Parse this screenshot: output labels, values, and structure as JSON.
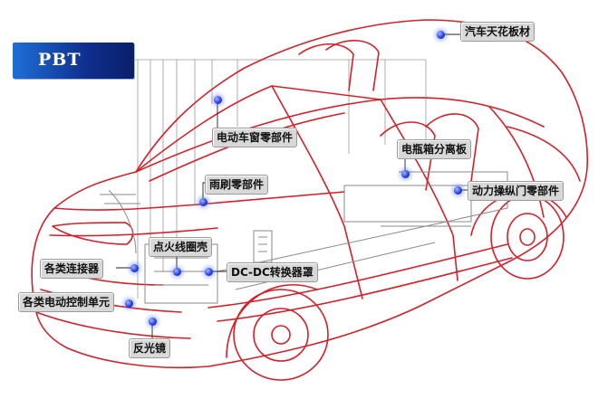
{
  "badge": {
    "text": "PBT"
  },
  "labels": {
    "headliner": "汽车天花板材",
    "power_window": "电动车窗零部件",
    "battery_separator": "电瓶箱分离板",
    "power_door": "动力操纵门零部件",
    "wiper": "雨刷零部件",
    "ignition_coil": "点火线圈壳",
    "connectors": "各类连接器",
    "dcdc": "DC-DC转换器罩",
    "ecu": "各类电动控制单元",
    "reflector": "反光镜"
  },
  "colors": {
    "car_outline": "#d4202a",
    "chassis_lines": "#8a8a8a",
    "badge_bg": "#0f2f8f",
    "marker": "#2a3fe0",
    "label_bg": "#d8d8d8"
  },
  "icons": {
    "marker": "blue-dot-icon"
  }
}
